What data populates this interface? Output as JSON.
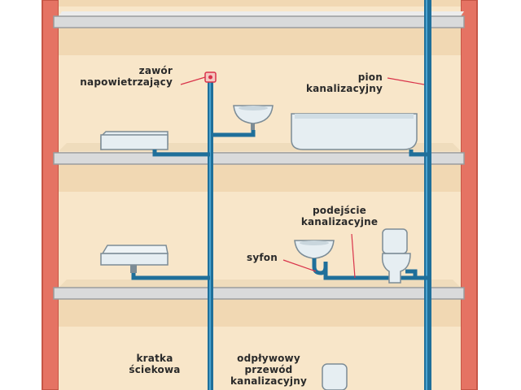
{
  "labels": {
    "vent_valve": [
      "zawór",
      "napowietrzający"
    ],
    "stack": [
      "pion",
      "kanalizacyjny"
    ],
    "connection": [
      "podejście",
      "kanalizacyjne"
    ],
    "trap": "syfon",
    "floor_drain": [
      "kratka",
      "ściekowa"
    ],
    "outlet_pipe": [
      "odpływowy",
      "przewód",
      "kanalizacyjny"
    ]
  },
  "colors": {
    "wall": "#e57363",
    "wall_edge": "#c65646",
    "room": "#f8e6c9",
    "slab": "#d9dadb",
    "slab_edge": "#9a9c9e",
    "pipe": "#1f6f9a",
    "pipe_light": "#4aa3d0",
    "fixture": "#e6eef2",
    "fixture_edge": "#7c8c96",
    "leader": "#d9334a"
  }
}
